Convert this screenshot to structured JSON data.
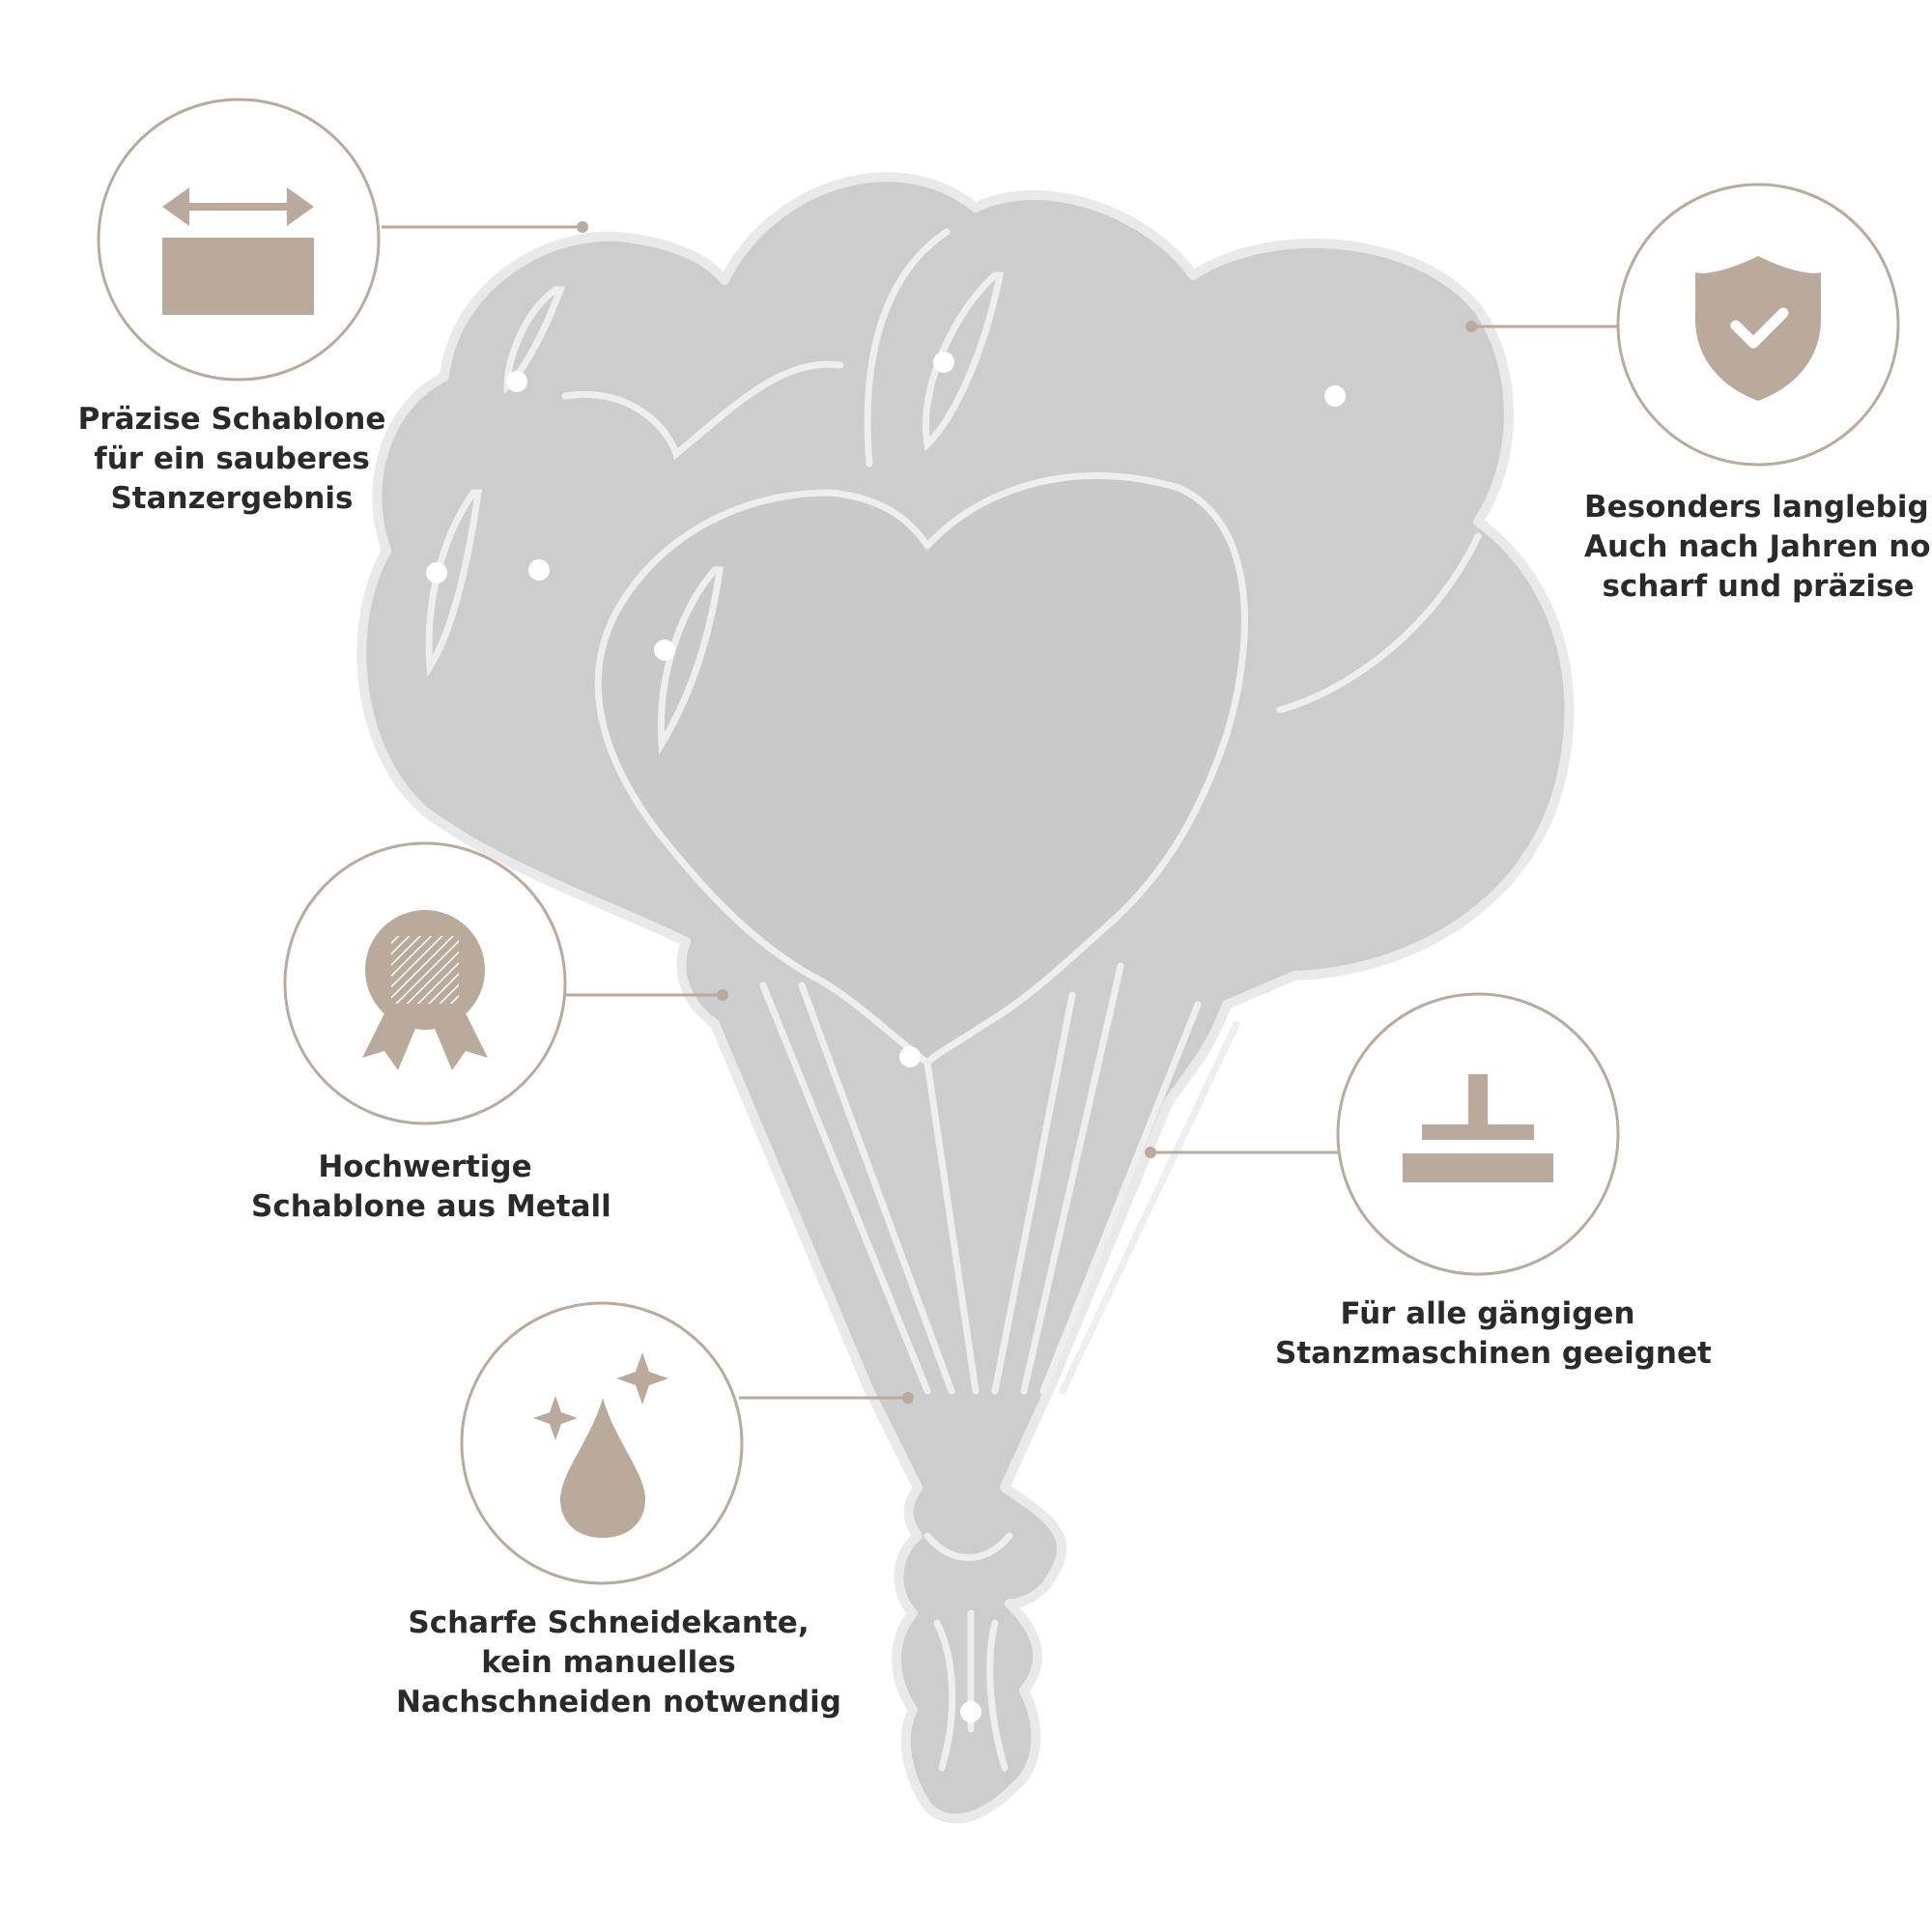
{
  "colors": {
    "accent": "#b9aa9b",
    "icon_fill": "#b9aa9b",
    "die_fill": "#c8c8c8",
    "die_outline": "#efefef",
    "text": "#2a2a2a",
    "background": "#ffffff"
  },
  "product": {
    "subject": "balloon-bouquet-cutting-die"
  },
  "features": [
    {
      "icon": "width-arrow-icon",
      "lines": [
        "Präzise Schablone",
        "für ein sauberes",
        "Stanzergebnis"
      ]
    },
    {
      "icon": "shield-check-icon",
      "lines": [
        "Besonders langlebig:",
        "Auch nach Jahren noch",
        "scharf und präzise"
      ]
    },
    {
      "icon": "medal-icon",
      "lines": [
        "Hochwertige",
        "Schablone aus Metall"
      ]
    },
    {
      "icon": "press-stamp-icon",
      "lines": [
        "Für alle gängigen",
        "Stanzmaschinen geeignet"
      ]
    },
    {
      "icon": "sparkle-drop-icon",
      "lines": [
        "Scharfe Schneidekante,",
        "kein manuelles",
        "Nachschneiden notwendig"
      ]
    }
  ]
}
